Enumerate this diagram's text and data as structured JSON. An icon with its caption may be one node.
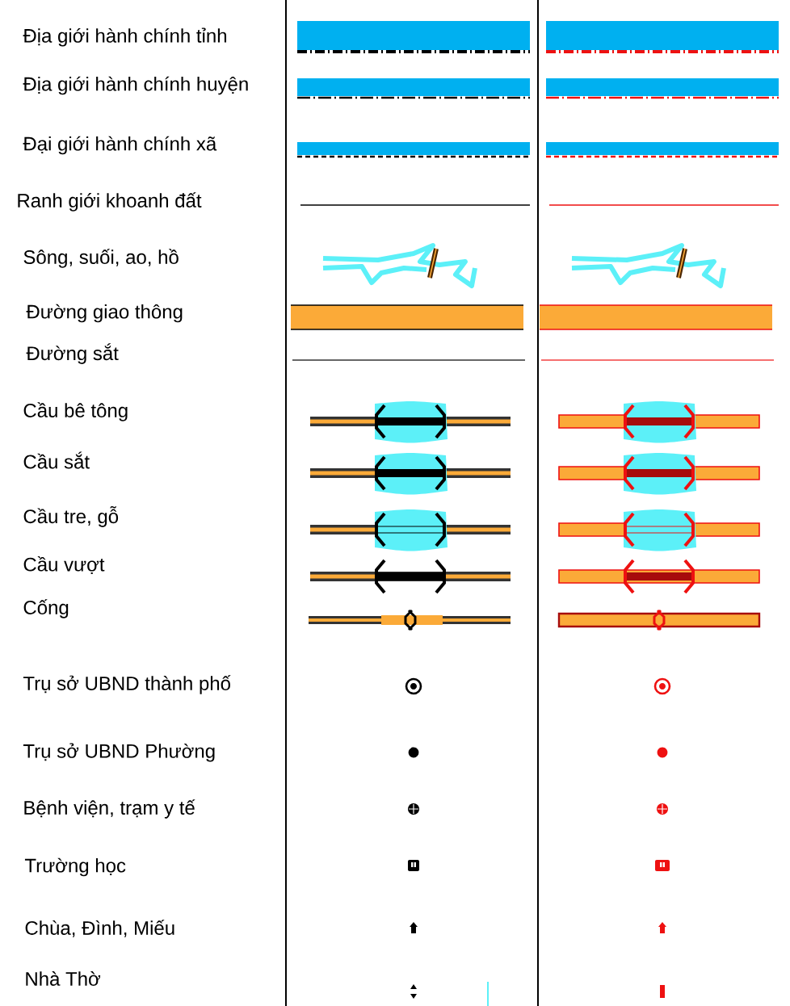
{
  "diagram": {
    "labels": [
      "Địa giới hành chính tỉnh",
      "Địa giới hành chính huyện",
      "Đại giới hành chính xã",
      "Ranh giới khoanh đất",
      "Sông, suối, ao, hồ",
      "Đường giao thông",
      "Đường sắt",
      "Cầu bê tông",
      "Cầu sắt",
      "Cầu tre, gỗ",
      "Cầu vượt",
      "Cống",
      "Trụ sở UBND thành phố",
      "Trụ sở UBND Phường",
      "Bệnh viện, trạm y tế",
      "Trường học",
      "Chùa, Đình, Miếu",
      "Nhà Thờ"
    ]
  }
}
